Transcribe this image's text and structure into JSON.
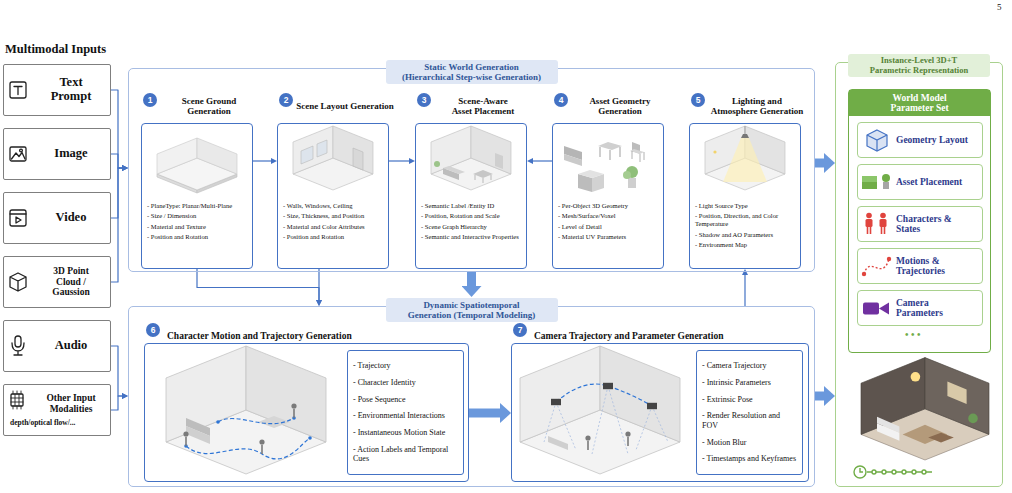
{
  "diagram": {
    "nodes": [
      {
        "text": [
          "Text Prompt"
        ]
      },
      {
        "text": [
          "Image"
        ]
      },
      {
        "text": [
          "Video"
        ]
      },
      {
        "text": [
          "3D Point Cloud / Gaussion"
        ]
      },
      {
        "text": [
          "Audio"
        ]
      },
      {
        "text": [
          "Other Input Modalities",
          "depth/optical flow/..."
        ]
      },
      {
        "text": [
          "Static World Generation (Hierarchical Step-wise Generation)"
        ]
      },
      {
        "text": [
          "1"
        ],
        "in": 6
      },
      {
        "text": [
          "Scene Ground Generation",
          "- PlaneType: Planar/Multi-Plane",
          "- Size / Dimension",
          "- Material and Texture",
          "- Position and Rotation"
        ],
        "in": 6
      },
      {
        "text": [
          "2"
        ],
        "in": 6
      },
      {
        "text": [
          "Scene Layout Generation",
          "- Walls, Windows, Ceiling",
          "- Size, Thickness, and Position",
          "- Material and Color Attributes",
          "- Position and Rotation"
        ],
        "in": 6
      },
      {
        "text": [
          "3"
        ],
        "in": 6
      },
      {
        "text": [
          "Scene-Aware Asset Placement",
          "- Semantic Label /Entity ID",
          "- Position, Rotation and Scale",
          "- Scene Graph Hierarchy",
          "- Semantic and Interactive Properties"
        ],
        "in": 6
      },
      {
        "text": [
          "4"
        ],
        "in": 6
      },
      {
        "text": [
          "Asset Geometry Generation",
          "- Per-Object 3D Geometry",
          "- Mesh/Surface/Voxel",
          "- Level of Detail",
          "- Material UV Parameters"
        ],
        "in": 6
      },
      {
        "text": [
          "5"
        ],
        "in": 6
      },
      {
        "text": [
          "Lighting and Atmosphere Generation",
          "- Light Source Type",
          "- Position, Direction, and Color Temperature",
          "- Shadow and AO Parameters",
          "- Environment Map"
        ],
        "in": 6
      },
      {
        "text": [
          "Dynamic Spatiotemporal Generation (Temporal Modeling)"
        ]
      },
      {
        "text": [
          "6"
        ],
        "in": 17
      },
      {
        "text": [
          "Character Motion and Trajectory Generation"
        ],
        "in": 17
      },
      {
        "text": [
          "- Trajectory",
          "- Character Identity",
          "- Pose Sequence",
          "- Environmental Interactions",
          "- Instantaneous Motion State",
          "- Action Labels and Temporal Cues"
        ],
        "in": 19
      },
      {
        "text": [
          "7"
        ],
        "in": 17
      },
      {
        "text": [
          "Camera Trajectory and Parameter Generation"
        ],
        "in": 17
      },
      {
        "text": [
          "- Camera Trajectory",
          "- Intrinsic Parameters",
          "- Extrinsic Pose",
          "- Render Resolution and FOV",
          "- Motion Blur",
          "- Timestamps and Keyframes"
        ],
        "in": 22
      },
      {
        "text": [
          "Instance-Level 3D+T Parametric Representation"
        ]
      },
      {
        "text": [
          "World Model Parameter Set"
        ],
        "in": 24
      },
      {
        "text": [
          "Geometry Layout"
        ],
        "in": 25
      },
      {
        "text": [
          "Asset Placement"
        ],
        "in": 25
      },
      {
        "text": [
          "Characters & States"
        ],
        "in": 25
      },
      {
        "text": [
          "Motions & Trajectories"
        ],
        "in": 25
      },
      {
        "text": [
          "Camera Parameters"
        ],
        "in": 25
      }
    ],
    "edges": [
      {
        "from": 0,
        "to": 6,
        "arrow": "to"
      },
      {
        "from": 1,
        "to": 6,
        "arrow": "to"
      },
      {
        "from": 2,
        "to": 6,
        "arrow": "to"
      },
      {
        "from": 3,
        "to": 6,
        "arrow": "to"
      },
      {
        "from": 4,
        "to": 17,
        "arrow": "to"
      },
      {
        "from": 5,
        "to": 17,
        "arrow": "to"
      },
      {
        "from": 8,
        "to": 10,
        "arrow": "to"
      },
      {
        "from": 10,
        "to": 12,
        "arrow": "to"
      },
      {
        "from": 14,
        "to": 12,
        "arrow": "to"
      },
      {
        "from": 8,
        "to": 17,
        "arrow": "to"
      },
      {
        "from": 10,
        "to": 17,
        "arrow": "to"
      },
      {
        "from": 17,
        "to": 16,
        "arrow": "to"
      },
      {
        "from": 6,
        "to": 24,
        "arrow": "to"
      },
      {
        "from": 17,
        "to": 24,
        "arrow": "to"
      },
      {
        "from": 19,
        "to": 22,
        "arrow": "to"
      },
      {
        "from": 6,
        "to": 17,
        "arrow": "to"
      }
    ],
    "labels": [
      "5",
      "Multimodal Inputs",
      "• • •"
    ]
  }
}
